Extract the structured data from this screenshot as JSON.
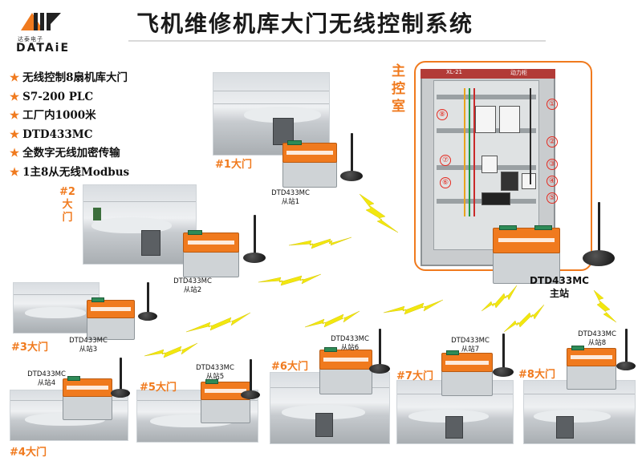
{
  "header": {
    "logo_cn": "达泰电子",
    "logo_en": "DATAiE",
    "title": "飞机维修机库大门无线控制系统"
  },
  "features": [
    "无线控制8扇机库大门",
    "S7-200 PLC",
    "工厂内1000米",
    "DTD433MC",
    "全数字无线加密传输",
    "1主8从无线Modbus"
  ],
  "main_room": {
    "label": "主控室",
    "cabinet_tag": "XL-21",
    "cabinet_tag2": "动力柜",
    "callouts": [
      "①",
      "②",
      "③",
      "④",
      "⑤",
      "⑥",
      "⑦",
      "⑧"
    ],
    "master_model": "DTD433MC",
    "master_role": "主站"
  },
  "gates": [
    {
      "label": "#1大门",
      "model": "DTD433MC",
      "role": "从站1"
    },
    {
      "label": "#2\n大\n门",
      "model": "DTD433MC",
      "role": "从站2"
    },
    {
      "label": "#3大门",
      "model": "DTD433MC",
      "role": "从站3"
    },
    {
      "label": "#4大门",
      "model": "DTD433MC",
      "role": "从站4"
    },
    {
      "label": "#5大门",
      "model": "DTD433MC",
      "role": "从站5"
    },
    {
      "label": "#6大门",
      "model": "DTD433MC",
      "role": "从站6"
    },
    {
      "label": "#7大门",
      "model": "DTD433MC",
      "role": "从站7"
    },
    {
      "label": "#8大门",
      "model": "DTD433MC",
      "role": "从站8"
    }
  ],
  "colors": {
    "accent": "#f07a1e",
    "bolt": "#f2e70f",
    "callout": "#e52a20"
  }
}
